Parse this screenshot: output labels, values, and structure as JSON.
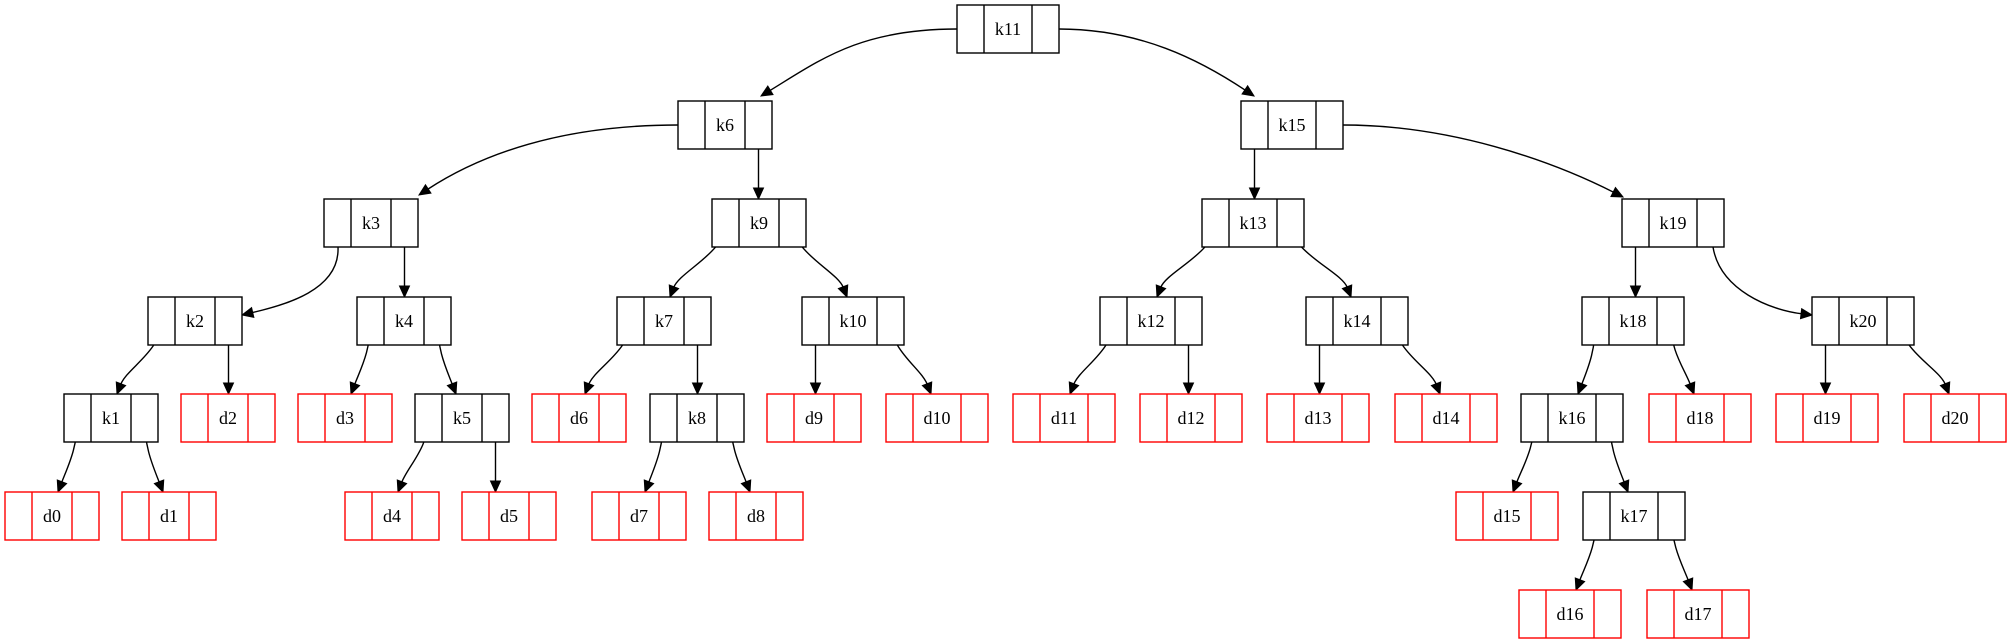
{
  "colors": {
    "key_border": "#000000",
    "dummy_border": "#ff0000",
    "edge": "#000000",
    "text": "#000000"
  },
  "tree": {
    "keys": [
      "k1",
      "k2",
      "k3",
      "k4",
      "k5",
      "k6",
      "k7",
      "k8",
      "k9",
      "k10",
      "k11",
      "k12",
      "k13",
      "k14",
      "k15",
      "k16",
      "k17",
      "k18",
      "k19",
      "k20"
    ],
    "dummies": [
      "d0",
      "d1",
      "d2",
      "d3",
      "d4",
      "d5",
      "d6",
      "d7",
      "d8",
      "d9",
      "d10",
      "d11",
      "d12",
      "d13",
      "d14",
      "d15",
      "d16",
      "d17",
      "d18",
      "d19",
      "d20"
    ],
    "root": "k11",
    "edges": [
      [
        "k11",
        "k6"
      ],
      [
        "k11",
        "k15"
      ],
      [
        "k6",
        "k3"
      ],
      [
        "k6",
        "k9"
      ],
      [
        "k3",
        "k2"
      ],
      [
        "k3",
        "k4"
      ],
      [
        "k2",
        "k1"
      ],
      [
        "k2",
        "d2"
      ],
      [
        "k1",
        "d0"
      ],
      [
        "k1",
        "d1"
      ],
      [
        "k4",
        "d3"
      ],
      [
        "k4",
        "k5"
      ],
      [
        "k5",
        "d4"
      ],
      [
        "k5",
        "d5"
      ],
      [
        "k9",
        "k7"
      ],
      [
        "k9",
        "k10"
      ],
      [
        "k7",
        "d6"
      ],
      [
        "k7",
        "k8"
      ],
      [
        "k8",
        "d7"
      ],
      [
        "k8",
        "d8"
      ],
      [
        "k10",
        "d9"
      ],
      [
        "k10",
        "d10"
      ],
      [
        "k15",
        "k13"
      ],
      [
        "k15",
        "k19"
      ],
      [
        "k13",
        "k12"
      ],
      [
        "k13",
        "k14"
      ],
      [
        "k12",
        "d11"
      ],
      [
        "k12",
        "d12"
      ],
      [
        "k14",
        "d13"
      ],
      [
        "k14",
        "d14"
      ],
      [
        "k19",
        "k18"
      ],
      [
        "k19",
        "k20"
      ],
      [
        "k18",
        "k16"
      ],
      [
        "k18",
        "d18"
      ],
      [
        "k16",
        "d15"
      ],
      [
        "k16",
        "k17"
      ],
      [
        "k17",
        "d16"
      ],
      [
        "k17",
        "d17"
      ],
      [
        "k20",
        "d19"
      ],
      [
        "k20",
        "d20"
      ]
    ]
  }
}
